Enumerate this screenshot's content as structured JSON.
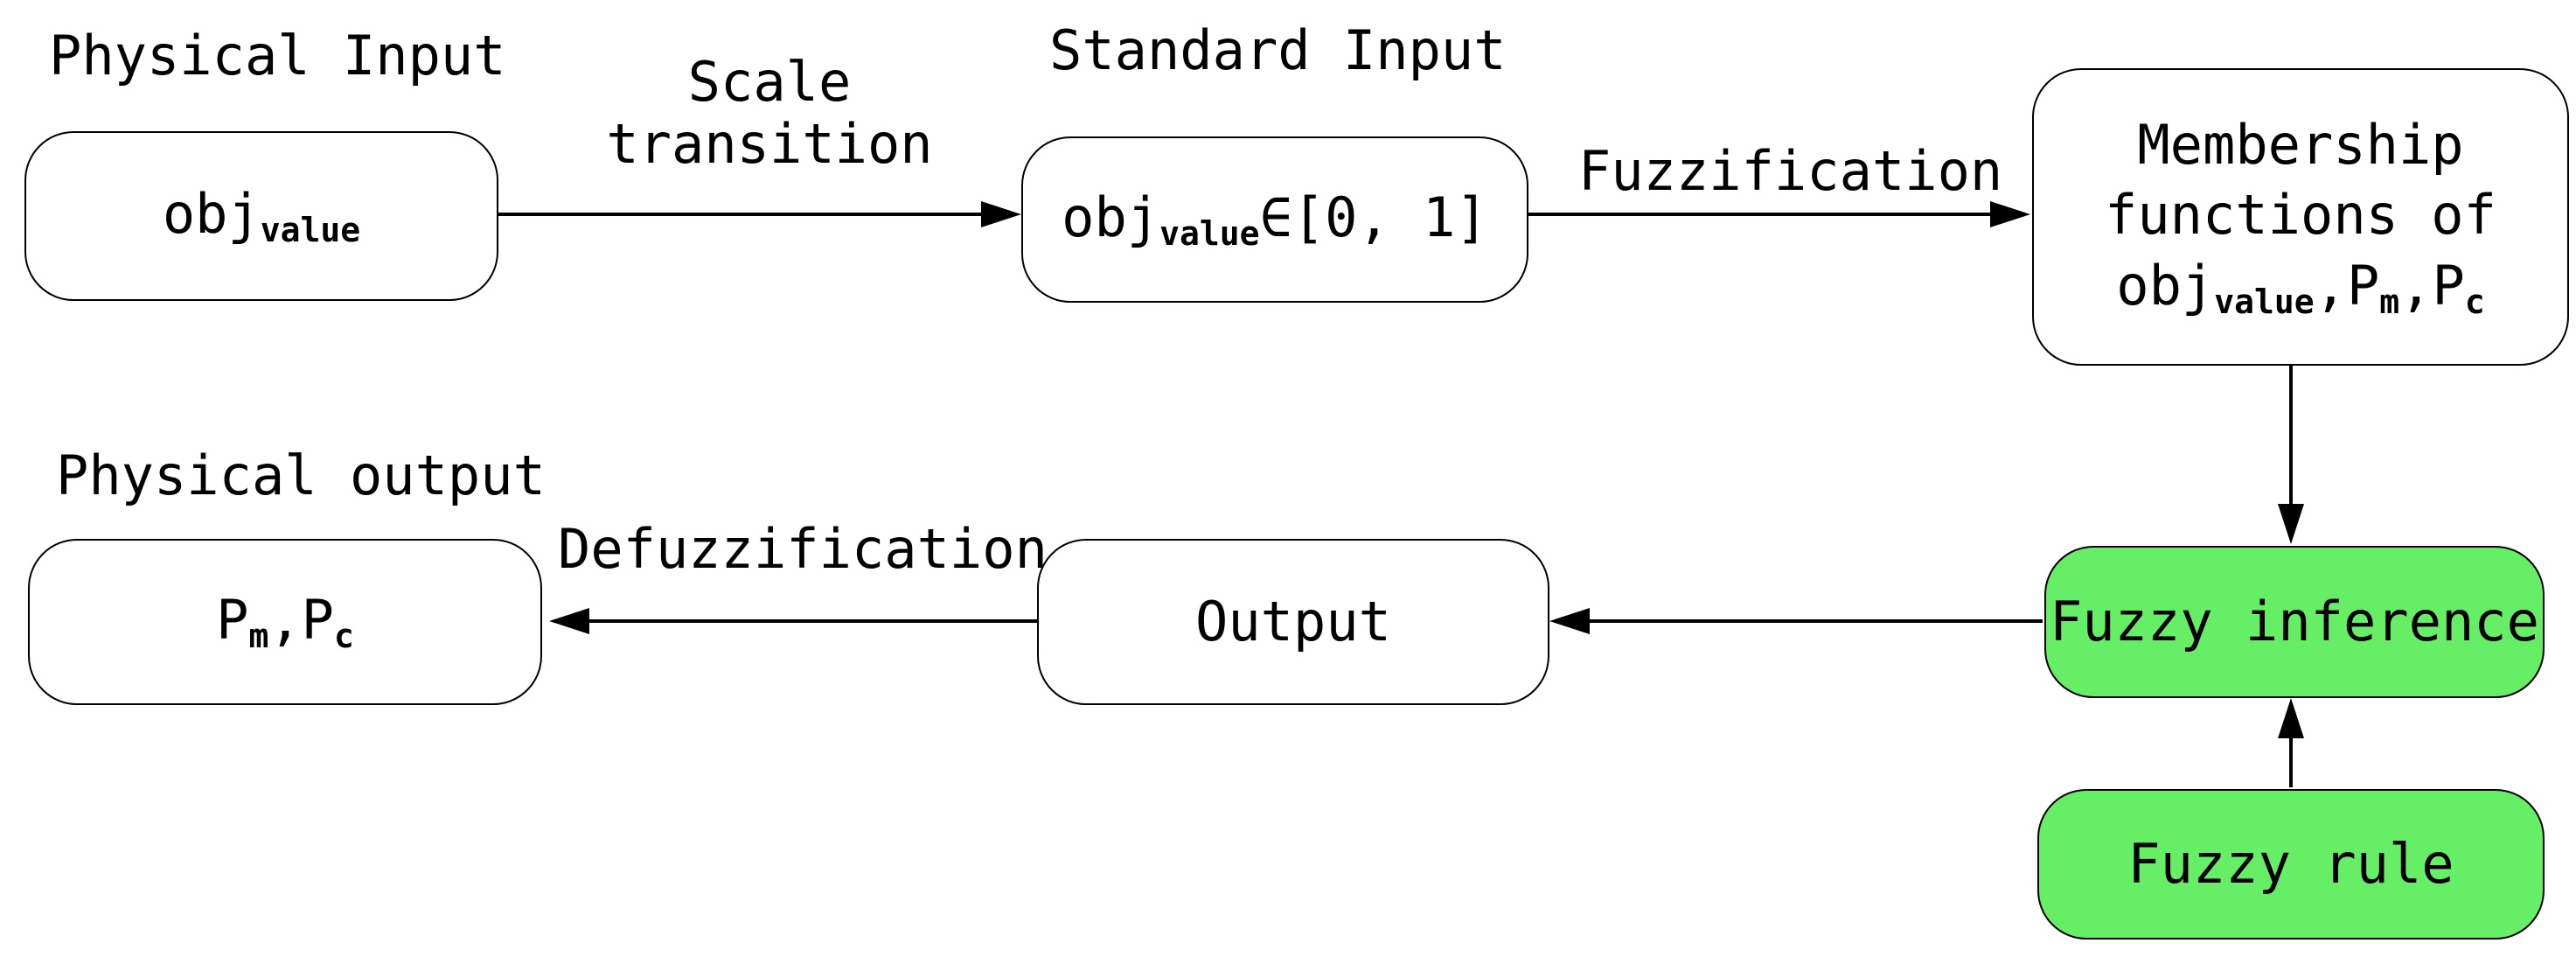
{
  "labels": {
    "physical_input": "Physical Input",
    "scale_transition_line1": "Scale",
    "scale_transition_line2": "transition",
    "standard_input": "Standard Input",
    "fuzzification": "Fuzzification",
    "physical_output": "Physical output",
    "defuzzification": "Defuzzification"
  },
  "nodes": {
    "obj_value": {
      "base": "obj",
      "sub": "value"
    },
    "standard": {
      "base": "obj",
      "sub": "value",
      "suffix": "∈[0, 1]"
    },
    "membership": {
      "line1": "Membership",
      "line2": "functions of",
      "line3_base": "obj",
      "line3_sub": "value",
      "line3_sep1": ",P",
      "line3_sub_m": "m",
      "line3_sep2": ",P",
      "line3_sub_c": "c"
    },
    "fuzzy_inference": "Fuzzy inference",
    "fuzzy_rule": "Fuzzy rule",
    "output": "Output",
    "pm_pc": {
      "p1": "P",
      "sub_m": "m",
      "sep": ",P",
      "sub_c": "c"
    }
  },
  "colors": {
    "highlight": "#66ee66",
    "stroke": "#000000"
  }
}
